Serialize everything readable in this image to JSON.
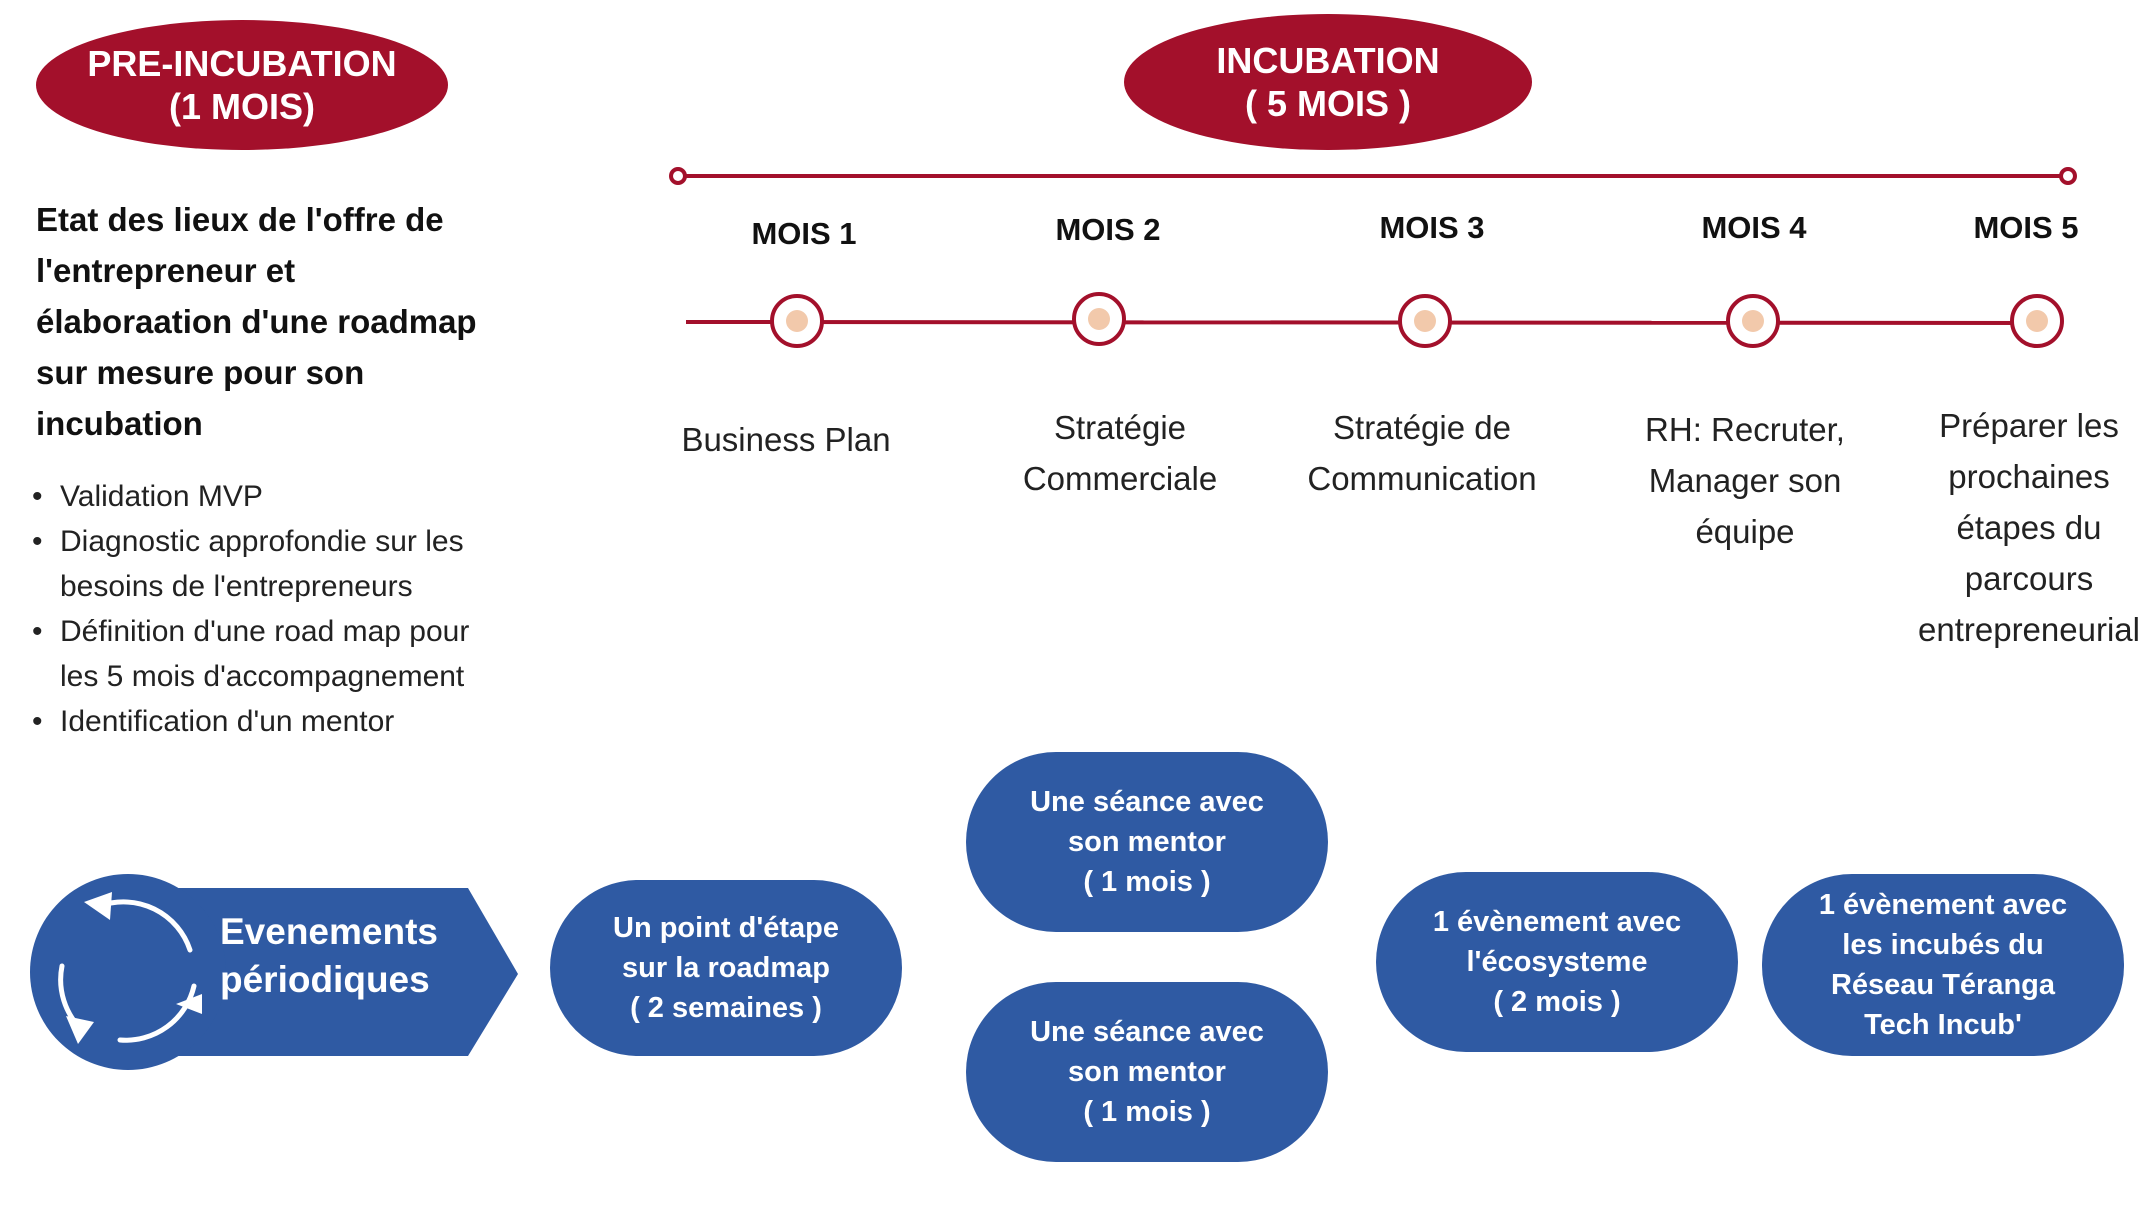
{
  "colors": {
    "accent_red": "#a3102b",
    "accent_blue": "#2f5aa3",
    "node_fill": "#f2c9ab"
  },
  "pre_incubation": {
    "title_line1": "PRE-INCUBATION",
    "title_line2": "(1 MOIS)",
    "heading_lines": [
      "Etat des lieux de l'offre  de",
      "l'entrepreneur et",
      "élaboraation d'une  roadmap",
      "sur mesure pour son",
      "incubation"
    ],
    "bullets": [
      "Validation MVP",
      "Diagnostic approfondie sur les besoins de l'entrepreneurs",
      "Définition d'une road map pour les 5 mois d'accompagnement",
      "Identification d'un mentor"
    ]
  },
  "incubation": {
    "title_line1": "INCUBATION",
    "title_line2": "( 5 MOIS )",
    "months": [
      {
        "label": "MOIS 1",
        "topic_lines": [
          "Business Plan"
        ]
      },
      {
        "label": "MOIS 2",
        "topic_lines": [
          "Stratégie",
          "Commerciale"
        ]
      },
      {
        "label": "MOIS 3",
        "topic_lines": [
          "Stratégie de",
          "Communication"
        ]
      },
      {
        "label": "MOIS 4",
        "topic_lines": [
          "RH: Recruter,",
          "Manager son",
          "équipe"
        ]
      },
      {
        "label": "MOIS 5",
        "topic_lines": [
          "Préparer les",
          "prochaines",
          "étapes du",
          "parcours",
          "entrepreneurial"
        ]
      }
    ]
  },
  "events": {
    "label_line1": "Evenements",
    "label_line2": "périodiques",
    "icon": "refresh-cycle-icon",
    "items": [
      {
        "lines": [
          "Un point d'étape",
          "sur la roadmap",
          "( 2 semaines )"
        ]
      },
      {
        "lines": [
          "Une séance avec",
          "son mentor",
          "( 1 mois )"
        ]
      },
      {
        "lines": [
          "Une séance avec",
          "son mentor",
          "( 1 mois )"
        ]
      },
      {
        "lines": [
          "1 évènement avec",
          "l'écosysteme",
          "( 2 mois )"
        ]
      },
      {
        "lines": [
          "1 évènement avec",
          "les incubés du",
          "Réseau Téranga",
          "Tech Incub'"
        ]
      }
    ]
  }
}
